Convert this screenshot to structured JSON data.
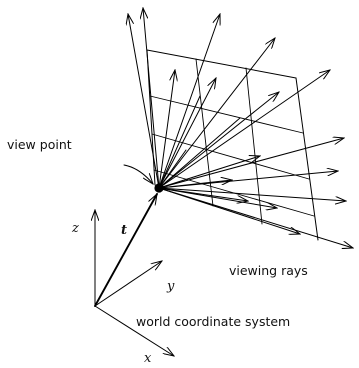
{
  "labels": {
    "view_point": "view point",
    "t": "t",
    "z": "z",
    "y": "y",
    "x": "x",
    "viewing_rays": "viewing rays",
    "world_coordinate_system": "world coordinate system"
  },
  "colors": {
    "ink": "#000000",
    "background": "#ffffff"
  }
}
